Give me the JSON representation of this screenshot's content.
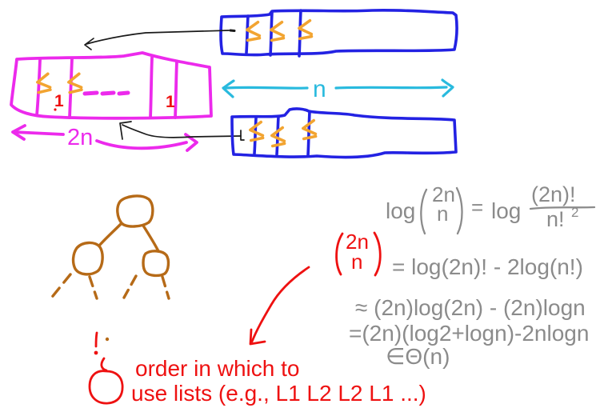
{
  "colors": {
    "blue": "#2322e3",
    "magenta": "#ec2aec",
    "orange": "#f2a431",
    "cyan": "#29bade",
    "gray": "#8b8b8b",
    "red": "#ee1111",
    "brown": "#b66a17",
    "black": "#1a1a1a"
  },
  "icons": {
    "leq": "≤",
    "double_arrow": "↔",
    "pointer_arrow": "←"
  },
  "diagram": {
    "n_label": "n",
    "two_n_label": "2n",
    "ones": [
      "1",
      "1"
    ],
    "exclamation": "!"
  },
  "math": {
    "log_a": "log",
    "binom1_top": "2n",
    "binom1_bottom": "n",
    "equals": "=",
    "log_b": "log",
    "frac_num": "(2n)!",
    "frac_den": "n!",
    "frac_den_sup": "2",
    "binom2_top": "2n",
    "binom2_bottom": "n",
    "line2_rhs": "= log(2n)! - 2log(n!)",
    "line3": "≈ (2n)log(2n) - (2n)logn",
    "line4": "=(2n)(log2+logn)-2nlogn",
    "line5": "∈Θ(n)"
  },
  "note": {
    "line1": "order in which to",
    "line2": "use lists (e.g., L1 L2 L2 L1 ...)"
  }
}
